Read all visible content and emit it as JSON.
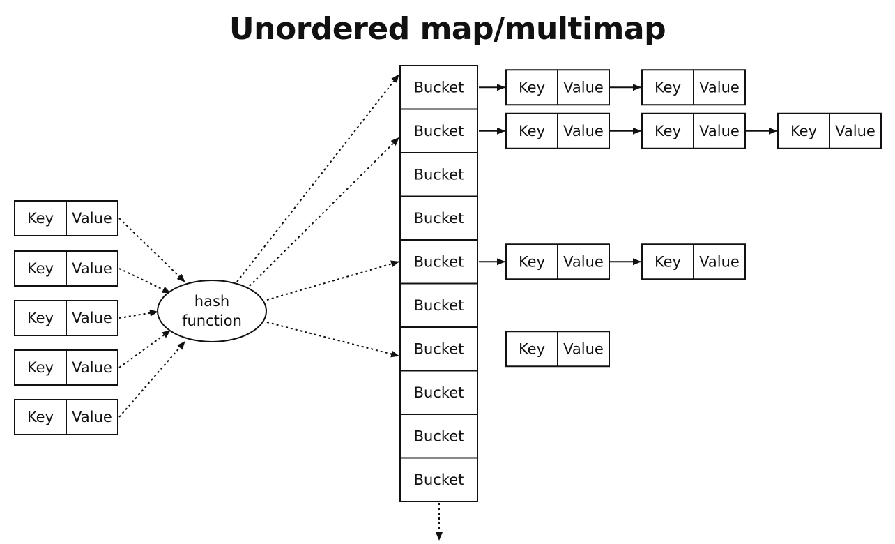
{
  "title": "Unordered map/multimap",
  "labels": {
    "key": "Key",
    "value": "Value",
    "bucket": "Bucket",
    "hash_line1": "hash",
    "hash_line2": "function"
  },
  "bucket_count": 10,
  "input_pair_count": 5,
  "chains": [
    {
      "bucket": 0,
      "linked_pairs": 2
    },
    {
      "bucket": 1,
      "linked_pairs": 3
    },
    {
      "bucket": 4,
      "linked_pairs": 2
    },
    {
      "bucket": 6,
      "linked_pairs": 1,
      "connected": false
    }
  ],
  "hash_targets": [
    0,
    1,
    4,
    6
  ]
}
